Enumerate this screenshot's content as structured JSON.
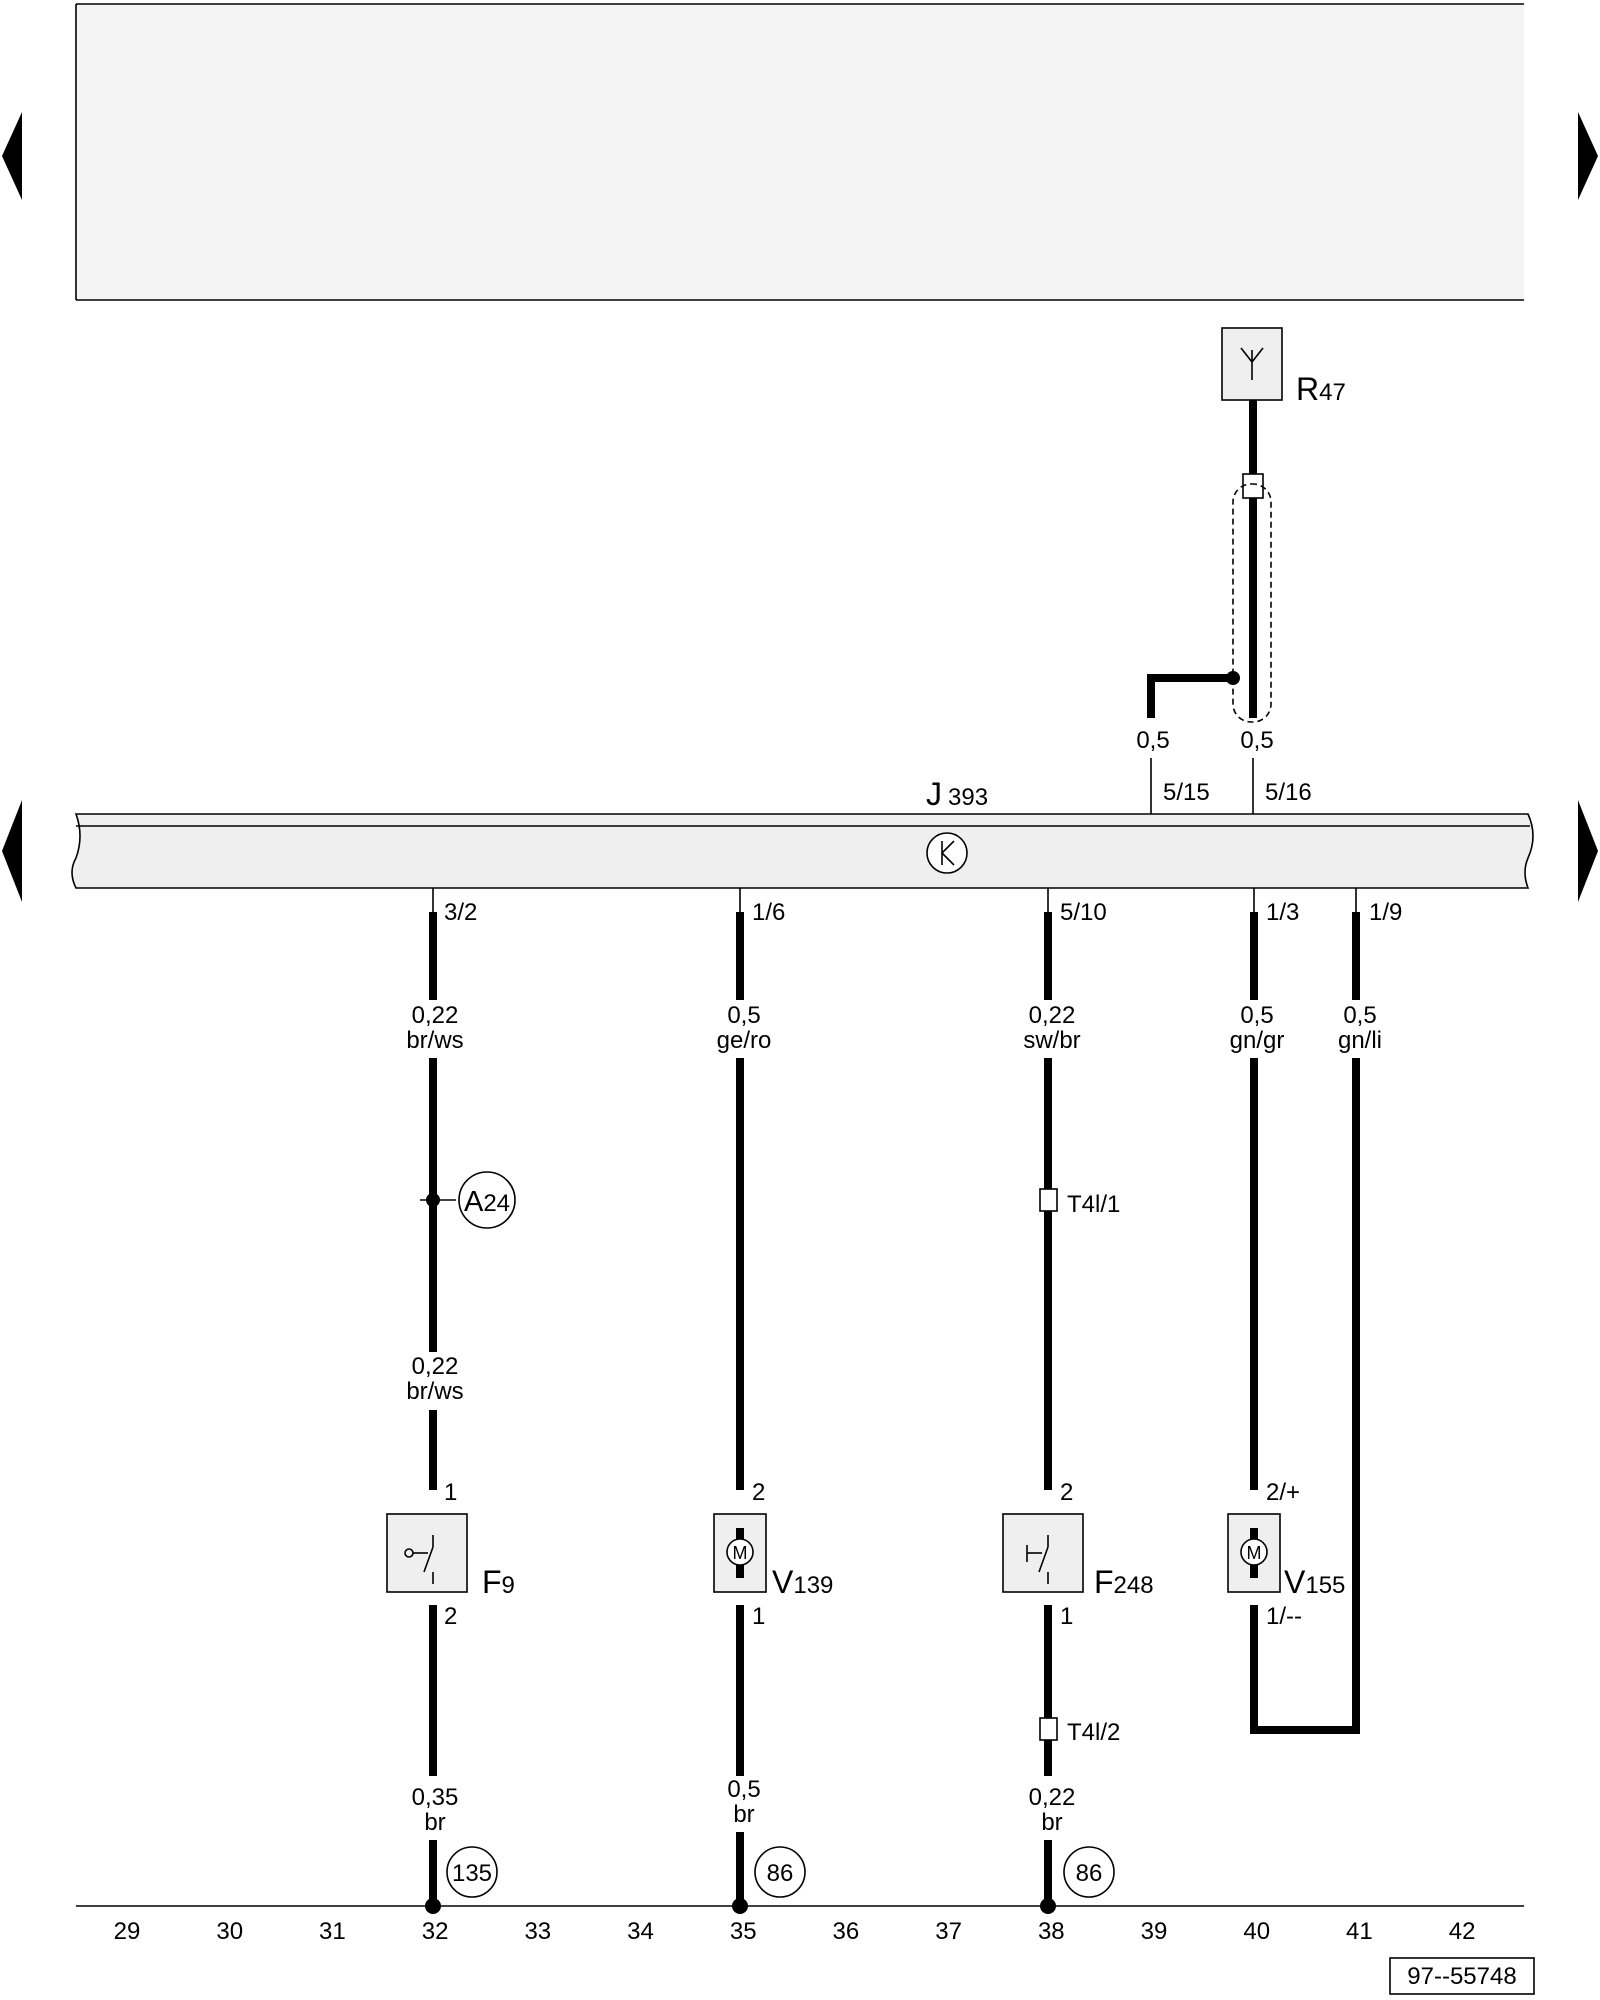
{
  "control_unit": {
    "name": "J",
    "num": "393"
  },
  "components": {
    "R47": {
      "name": "R",
      "num": "47"
    },
    "F9": {
      "name": "F",
      "num": "9"
    },
    "V139": {
      "name": "V",
      "num": "139"
    },
    "F248": {
      "name": "F",
      "num": "248"
    },
    "V155": {
      "name": "V",
      "num": "155"
    },
    "motor_letter": "M"
  },
  "pins": {
    "p515": "5/15",
    "p516": "5/16",
    "p32": "3/2",
    "p16": "1/6",
    "p510": "5/10",
    "p13": "1/3",
    "p19": "1/9",
    "f9_top": "1",
    "f9_bot": "2",
    "v139_top": "2",
    "v139_bot": "1",
    "f248_top": "2",
    "f248_bot": "1",
    "v155_top": "2/+",
    "v155_bot": "1/--"
  },
  "wires": {
    "r47_a": {
      "size": "0,5"
    },
    "r47_b": {
      "size": "0,5"
    },
    "c32_a": {
      "size": "0,22",
      "color": "br/ws"
    },
    "c32_b": {
      "size": "0,22",
      "color": "br/ws"
    },
    "c32_c": {
      "size": "0,35",
      "color": "br"
    },
    "c35_a": {
      "size": "0,5",
      "color": "ge/ro"
    },
    "c35_b": {
      "size": "0,5",
      "color": "br"
    },
    "c38_a": {
      "size": "0,22",
      "color": "sw/br"
    },
    "c38_b": {
      "size": "0,22",
      "color": "br"
    },
    "c40": {
      "size": "0,5",
      "color": "gn/gr"
    },
    "c41": {
      "size": "0,5",
      "color": "gn/li"
    }
  },
  "connectors": {
    "t4l1": "T4l/1",
    "t4l2": "T4l/2"
  },
  "refs": {
    "a24_letter": "A",
    "a24_num": "24",
    "g135": "135",
    "g86a": "86",
    "g86b": "86"
  },
  "grid_numbers": [
    "29",
    "30",
    "31",
    "32",
    "33",
    "34",
    "35",
    "36",
    "37",
    "38",
    "39",
    "40",
    "41",
    "42"
  ],
  "footer_code": "97--55748"
}
